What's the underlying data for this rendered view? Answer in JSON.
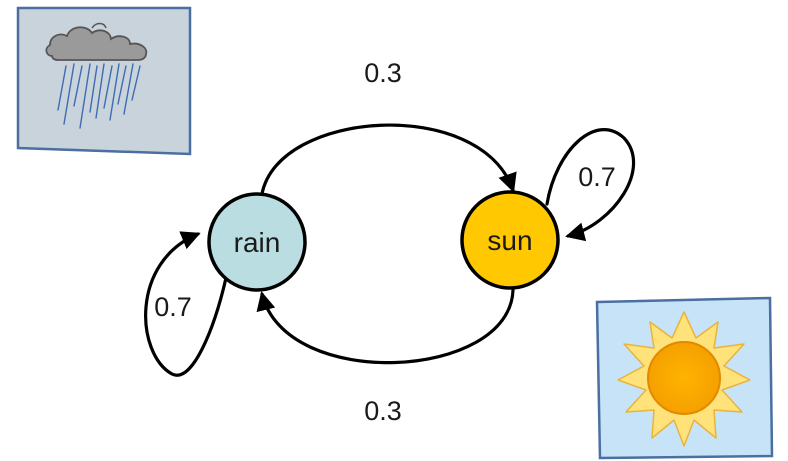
{
  "states": {
    "rain": {
      "label": "rain",
      "color": "#b9dde0"
    },
    "sun": {
      "label": "sun",
      "color": "#ffc800"
    }
  },
  "transitions": {
    "rain_to_sun": "0.3",
    "sun_to_rain": "0.3",
    "sun_self": "0.7",
    "rain_self": "0.7"
  },
  "pictures": {
    "rain_icon": "rain-cloud-icon",
    "sun_icon": "sun-icon",
    "frame_color": "#4a6fa0",
    "rain_paper": "#c9d3dc",
    "sun_paper": "#c7e3f7"
  }
}
